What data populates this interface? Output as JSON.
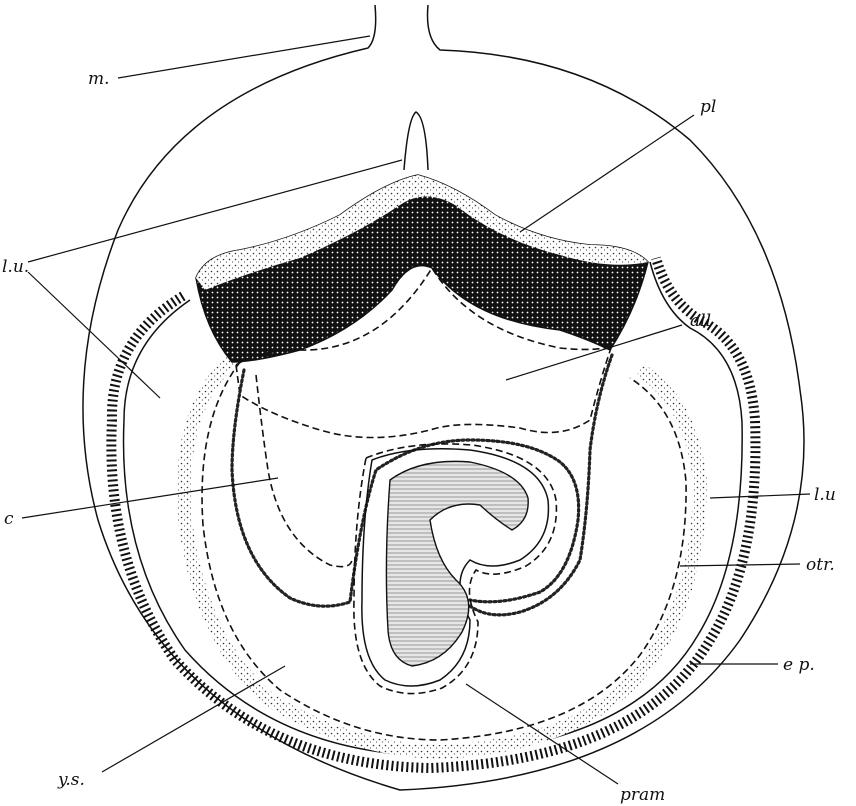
{
  "labels": {
    "m": "m.",
    "pl": "pl",
    "lu_left": "l.u.",
    "all": "all",
    "c": "c",
    "lu_right": "l.u",
    "otr": "otr.",
    "ep": "e p.",
    "ys": "y.s.",
    "pram": "pram"
  },
  "colors": {
    "ink": "#111111",
    "placenta": "#1a1a1a",
    "background": "#ffffff"
  }
}
